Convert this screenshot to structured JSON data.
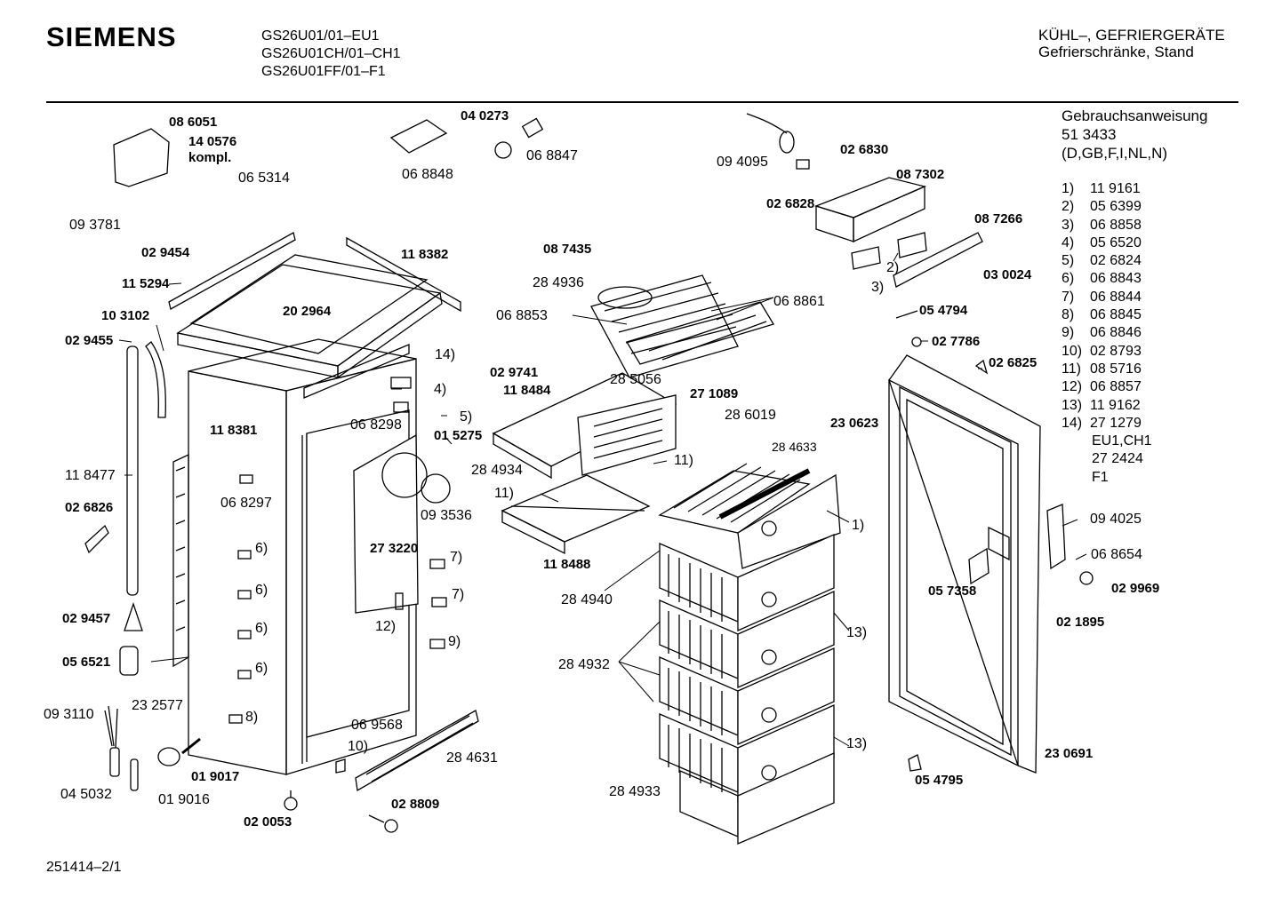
{
  "header": {
    "brand": "SIEMENS",
    "models": [
      "GS26U01/01–EU1",
      "GS26U01CH/01–CH1",
      "GS26U01FF/01–F1"
    ],
    "category_line1": "KÜHL–, GEFRIERGERÄTE",
    "category_line2": "Gefrierschränke, Stand"
  },
  "manual": {
    "title": "Gebrauchsanweisung",
    "number": "51 3433",
    "languages": "(D,GB,F,I,NL,N)"
  },
  "legend": [
    {
      "n": "1)",
      "v": "11 9161"
    },
    {
      "n": "2)",
      "v": "05 6399"
    },
    {
      "n": "3)",
      "v": "06 8858"
    },
    {
      "n": "4)",
      "v": "05 6520"
    },
    {
      "n": "5)",
      "v": "02 6824"
    },
    {
      "n": "6)",
      "v": "06 8843"
    },
    {
      "n": "7)",
      "v": "06 8844"
    },
    {
      "n": "8)",
      "v": "06 8845"
    },
    {
      "n": "9)",
      "v": "06 8846"
    },
    {
      "n": "10)",
      "v": "02 8793"
    },
    {
      "n": "11)",
      "v": "08 5716"
    },
    {
      "n": "12)",
      "v": "06 8857"
    },
    {
      "n": "13)",
      "v": "11 9162"
    },
    {
      "n": "14)",
      "v": "27 1279"
    }
  ],
  "legend_cont": [
    "EU1,CH1",
    "27 2424",
    "F1"
  ],
  "doc_number": "251414–2/1",
  "callouts": {
    "c1": "08 6051",
    "c2": "14 0576",
    "c3": "kompl.",
    "c4": "06 5314",
    "c5": "09 3781",
    "c6": "02 9454",
    "c7": "11 5294",
    "c8": "10 3102",
    "c9": "02 9455",
    "c10": "11 8477",
    "c11": "02 6826",
    "c12": "02 9457",
    "c13": "05 6521",
    "c14": "09 3110",
    "c15": "23 2577",
    "c16": "04 5032",
    "c17": "01 9016",
    "c18": "01 9017",
    "c19": "02 0053",
    "c20": "06 8848",
    "c21": "04 0273",
    "c22": "06 8847",
    "c23": "11 8382",
    "c24": "20 2964",
    "c25": "14)",
    "c26": "4)",
    "c27": "06 8298",
    "c28": "5)",
    "c29": "01 5275",
    "c30": "11 8381",
    "c31": "06 8297",
    "c32": "6)",
    "c33": "6)",
    "c34": "6)",
    "c35": "6)",
    "c36": "8)",
    "c37": "27 3220",
    "c38": "7)",
    "c39": "7)",
    "c40": "9)",
    "c41": "12)",
    "c42": "09 3536",
    "c43": "28 4934",
    "c44": "06 9568",
    "c45": "10)",
    "c46": "28 4631",
    "c47": "02 8809",
    "c48": "08 7435",
    "c49": "28 4936",
    "c50": "06 8853",
    "c51": "06 8861",
    "c52": "02 9741",
    "c53": "11 8484",
    "c54": "28 5056",
    "c55": "27 1089",
    "c56": "28 6019",
    "c57": "11)",
    "c58": "11)",
    "c59": "11 8488",
    "c60": "28 4633",
    "c61": "1)",
    "c62": "28 4940",
    "c63": "13)",
    "c64": "13)",
    "c65": "28 4932",
    "c66": "28 4933",
    "c67": "09 4095",
    "c68": "02 6830",
    "c69": "08 7302",
    "c70": "02 6828",
    "c71": "08 7266",
    "c72": "2)",
    "c73": "3)",
    "c74": "03 0024",
    "c75": "05 4794",
    "c76": "02 7786",
    "c77": "02 6825",
    "c78": "23 0623",
    "c79": "09 4025",
    "c80": "06 8654",
    "c81": "05 7358",
    "c82": "02 9969",
    "c83": "02 1895",
    "c84": "23 0691",
    "c85": "05 4795"
  }
}
